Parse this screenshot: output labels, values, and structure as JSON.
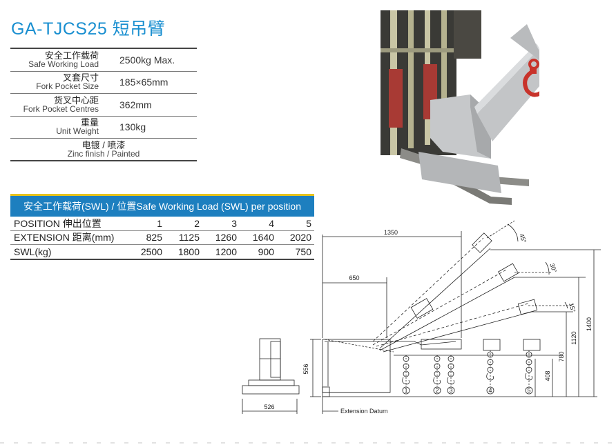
{
  "title": "GA-TJCS25 短吊臂",
  "specs": [
    {
      "zh": "安全工作载荷",
      "en": "Safe Working Load",
      "value": "2500kg Max."
    },
    {
      "zh": "叉套尺寸",
      "en": "Fork Pocket Size",
      "value": "185×65mm"
    },
    {
      "zh": "货叉中心距",
      "en": "Fork Pocket Centres",
      "value": "362mm"
    },
    {
      "zh": "重量",
      "en": "Unit Weight",
      "value": "130kg"
    }
  ],
  "finish": {
    "zh": "电镀 / 喷漆",
    "en": "Zinc finish / Painted"
  },
  "swl_table": {
    "header": "安全工作载荷(SWL) / 位置Safe Working Load (SWL) per position",
    "rows": [
      {
        "label": "POSITION 伸出位置",
        "values": [
          "1",
          "2",
          "3",
          "4",
          "5"
        ]
      },
      {
        "label": "EXTENSION 距离(mm)",
        "values": [
          "825",
          "1125",
          "1260",
          "1640",
          "2020"
        ]
      },
      {
        "label": "SWL(kg)",
        "values": [
          "2500",
          "1800",
          "1200",
          "900",
          "750"
        ]
      }
    ]
  },
  "drawing": {
    "dim_1350": "1350",
    "dim_650": "650",
    "dim_526": "526",
    "dim_556": "556",
    "dim_408": "408",
    "dim_780": "780",
    "dim_1120": "1120",
    "dim_1400": "1400",
    "angle_45": "45°",
    "angle_30": "30°",
    "angle_15": "15°",
    "datum": "Extension Datum",
    "positions": [
      "1",
      "2",
      "3",
      "4",
      "5"
    ]
  },
  "colors": {
    "title": "#1a8fd0",
    "header_bg": "#1d7fbf",
    "header_border": "#e7c31c",
    "hook": "#c8332b"
  }
}
